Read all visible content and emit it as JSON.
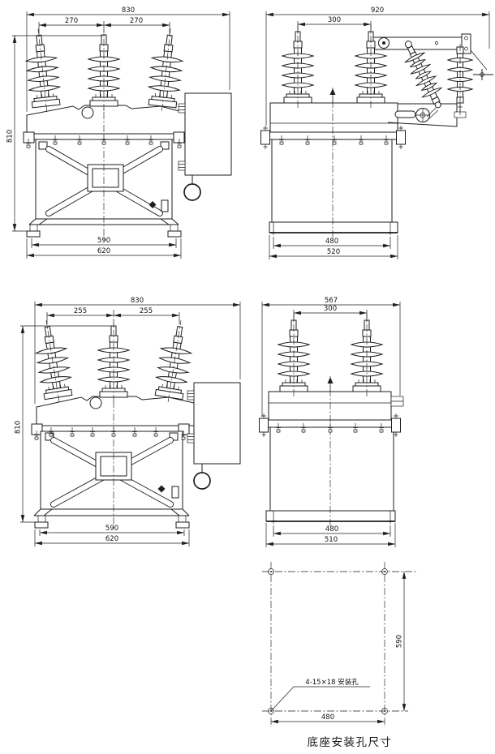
{
  "views": {
    "front_a": {
      "overall_width": "830",
      "phase_spacing_1": "270",
      "phase_spacing_2": "270",
      "height": "810",
      "base_width_inner": "590",
      "base_width_outer": "620"
    },
    "side_a": {
      "overall_width": "920",
      "bushing_spacing": "300",
      "base_width_inner": "480",
      "base_width_outer": "520"
    },
    "front_b": {
      "overall_width": "830",
      "phase_spacing_1": "255",
      "phase_spacing_2": "255",
      "height": "810",
      "base_width_inner": "590",
      "base_width_outer": "620"
    },
    "side_b": {
      "overall_width": "567",
      "bushing_spacing": "300",
      "base_width_inner": "480",
      "base_width_outer": "510"
    },
    "base_plan": {
      "hole_span_width": "480",
      "hole_span_height": "590",
      "hole_label": "4-15×18 安装孔",
      "caption": "底座安装孔尺寸"
    }
  }
}
